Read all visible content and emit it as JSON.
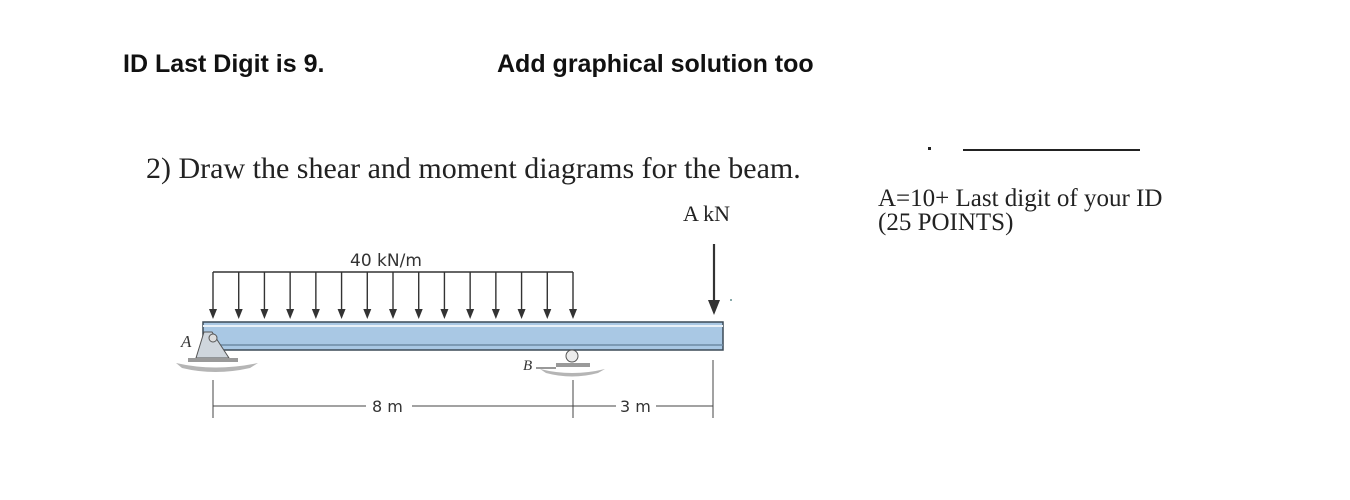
{
  "header": {
    "id_note": "ID Last Digit is 9.",
    "instruction": "Add graphical solution too"
  },
  "problem": {
    "statement": "2) Draw the shear and moment diagrams for the beam.",
    "point_load_label": "A kN",
    "distributed_load_label": "40 kN/m",
    "support_a_label": "A",
    "support_b_label": "B",
    "dim_1": "8 m",
    "dim_2": "3 m"
  },
  "side_note": {
    "line1": "A=10+ Last digit of  your ID",
    "line2": "(25 POINTS)"
  },
  "colors": {
    "beam_fill": "#a9c8e4",
    "beam_stroke": "#3c4a57",
    "ground": "#b5b5b5"
  }
}
